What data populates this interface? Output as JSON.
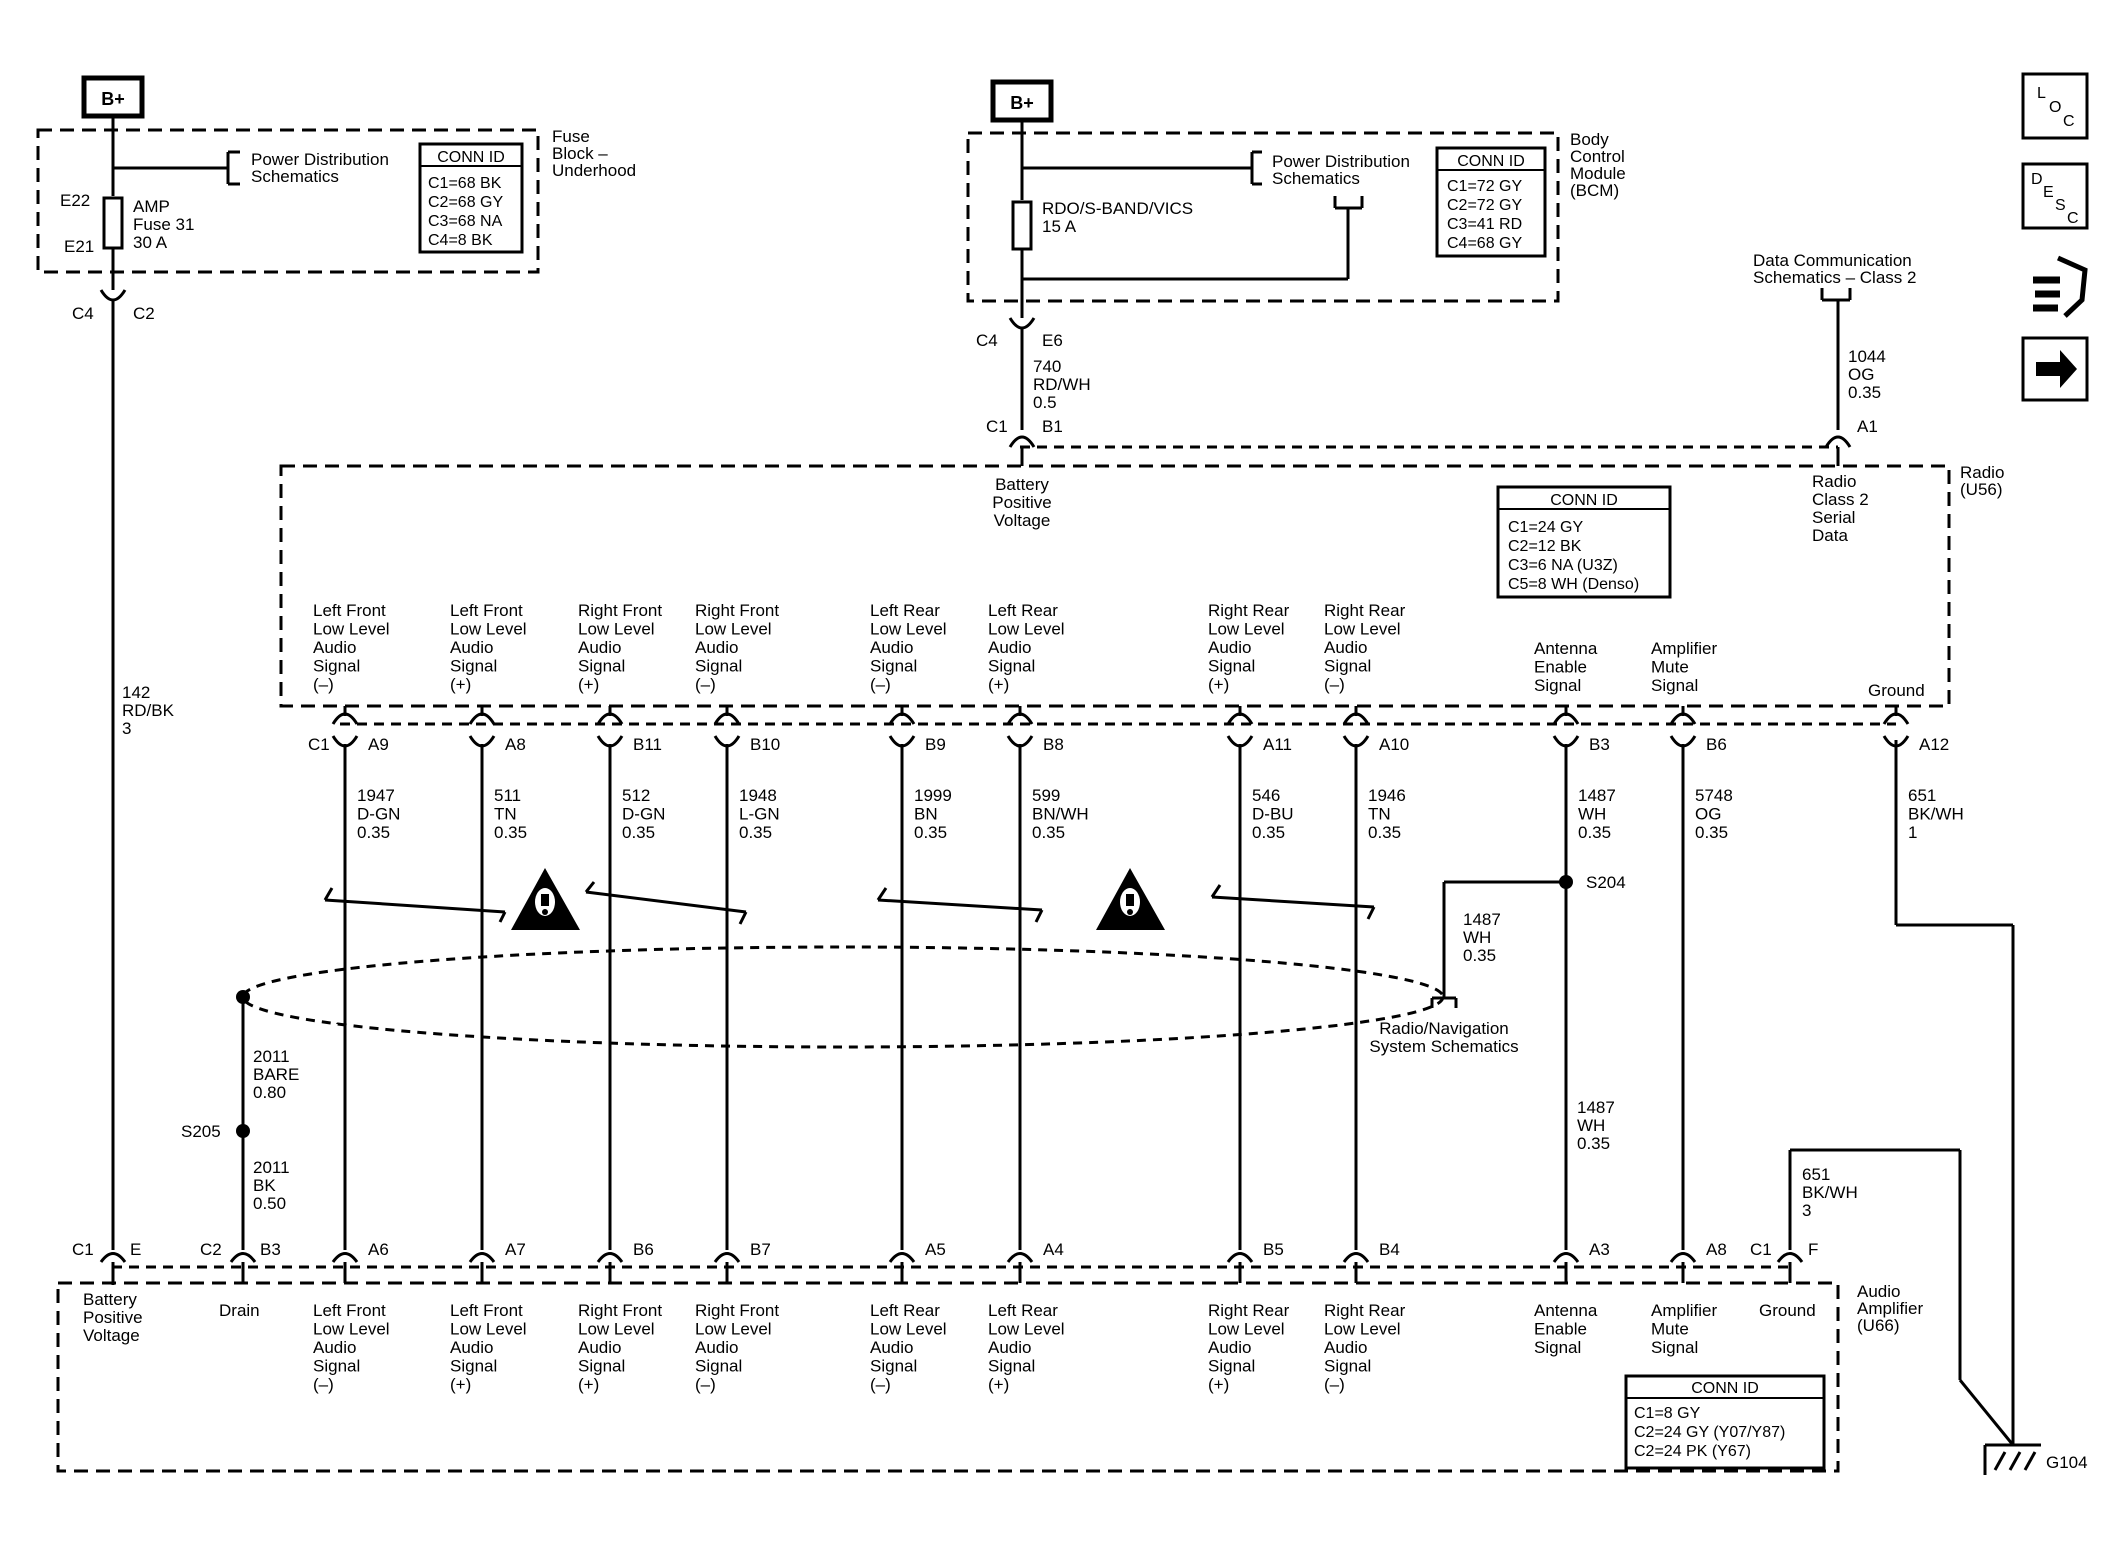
{
  "bplus": {
    "left": "B+",
    "right": "B+"
  },
  "fuse_block": {
    "title": [
      "Fuse",
      "Block –",
      "Underhood"
    ],
    "power_ref": [
      "Power Distribution",
      "Schematics"
    ],
    "conn_title": "CONN ID",
    "conn": [
      "C1=68 BK",
      "C2=68 GY",
      "C3=68 NA",
      "C4=8 BK"
    ],
    "pin_top": "E22",
    "pin_bottom": "E21",
    "fuse": [
      "AMP",
      "Fuse 31",
      "30 A"
    ],
    "conn_left": "C4",
    "conn_right": "C2"
  },
  "bcm": {
    "title": [
      "Body",
      "Control",
      "Module",
      "(BCM)"
    ],
    "power_ref": [
      "Power Distribution",
      "Schematics"
    ],
    "conn_title": "CONN ID",
    "conn": [
      "C1=72 GY",
      "C2=72 GY",
      "C3=41 RD",
      "C4=68 GY"
    ],
    "fuse": [
      "RDO/S-BAND/VICS",
      "15 A"
    ],
    "conn_left": "C4",
    "conn_right": "E6"
  },
  "wire_740": [
    "740",
    "RD/WH",
    "0.5"
  ],
  "wire_142": [
    "142",
    "RD/BK",
    "3"
  ],
  "data_comm": [
    "Data Communication",
    "Schematics – Class 2"
  ],
  "wire_1044": [
    "1044",
    "OG",
    "0.35"
  ],
  "radio": {
    "title": [
      "Radio",
      "(U56)"
    ],
    "top_left_conn": "C1",
    "top_left_pin": "B1",
    "top_right_pin": "A1",
    "batt_label": [
      "Battery",
      "Positive",
      "Voltage"
    ],
    "serial_label": [
      "Radio",
      "Class 2",
      "Serial",
      "Data"
    ],
    "conn_title": "CONN ID",
    "conn": [
      "C1=24 GY",
      "C2=12 BK",
      "C3=6 NA (U3Z)",
      "C5=8 WH (Denso)"
    ],
    "bottom_conn": "C1",
    "ground_label": "Ground"
  },
  "signals": [
    {
      "label": [
        "Left Front",
        "Low Level",
        "Audio",
        "Signal",
        "(–)"
      ],
      "radio_pin": "A9",
      "wire": [
        "1947",
        "D-GN",
        "0.35"
      ],
      "amp_pin": "A6",
      "amp_label": [
        "Left Front",
        "Low Level",
        "Audio",
        "Signal",
        "(–)"
      ]
    },
    {
      "label": [
        "Left Front",
        "Low Level",
        "Audio",
        "Signal",
        "(+)"
      ],
      "radio_pin": "A8",
      "wire": [
        "511",
        "TN",
        "0.35"
      ],
      "amp_pin": "A7",
      "amp_label": [
        "Left Front",
        "Low Level",
        "Audio",
        "Signal",
        "(+)"
      ]
    },
    {
      "label": [
        "Right Front",
        "Low Level",
        "Audio",
        "Signal",
        "(+)"
      ],
      "radio_pin": "B11",
      "wire": [
        "512",
        "D-GN",
        "0.35"
      ],
      "amp_pin": "B6",
      "amp_label": [
        "Right Front",
        "Low Level",
        "Audio",
        "Signal",
        "(+)"
      ]
    },
    {
      "label": [
        "Right Front",
        "Low Level",
        "Audio",
        "Signal",
        "(–)"
      ],
      "radio_pin": "B10",
      "wire": [
        "1948",
        "L-GN",
        "0.35"
      ],
      "amp_pin": "B7",
      "amp_label": [
        "Right Front",
        "Low Level",
        "Audio",
        "Signal",
        "(–)"
      ]
    },
    {
      "label": [
        "Left Rear",
        "Low Level",
        "Audio",
        "Signal",
        "(–)"
      ],
      "radio_pin": "B9",
      "wire": [
        "1999",
        "BN",
        "0.35"
      ],
      "amp_pin": "A5",
      "amp_label": [
        "Left Rear",
        "Low Level",
        "Audio",
        "Signal",
        "(–)"
      ]
    },
    {
      "label": [
        "Left Rear",
        "Low Level",
        "Audio",
        "Signal",
        "(+)"
      ],
      "radio_pin": "B8",
      "wire": [
        "599",
        "BN/WH",
        "0.35"
      ],
      "amp_pin": "A4",
      "amp_label": [
        "Left Rear",
        "Low Level",
        "Audio",
        "Signal",
        "(+)"
      ]
    },
    {
      "label": [
        "Right Rear",
        "Low Level",
        "Audio",
        "Signal",
        "(+)"
      ],
      "radio_pin": "A11",
      "wire": [
        "546",
        "D-BU",
        "0.35"
      ],
      "amp_pin": "B5",
      "amp_label": [
        "Right Rear",
        "Low Level",
        "Audio",
        "Signal",
        "(+)"
      ]
    },
    {
      "label": [
        "Right Rear",
        "Low Level",
        "Audio",
        "Signal",
        "(–)"
      ],
      "radio_pin": "A10",
      "wire": [
        "1946",
        "TN",
        "0.35"
      ],
      "amp_pin": "B4",
      "amp_label": [
        "Right Rear",
        "Low Level",
        "Audio",
        "Signal",
        "(–)"
      ]
    },
    {
      "label": [
        "Antenna",
        "Enable",
        "Signal"
      ],
      "radio_pin": "B3",
      "wire": [
        "1487",
        "WH",
        "0.35"
      ],
      "amp_pin": "A3",
      "amp_label": [
        "Antenna",
        "Enable",
        "Signal"
      ]
    },
    {
      "label": [
        "Amplifier",
        "Mute",
        "Signal"
      ],
      "radio_pin": "B6",
      "wire": [
        "5748",
        "OG",
        "0.35"
      ],
      "amp_pin": "A8",
      "amp_label": [
        "Amplifier",
        "Mute",
        "Signal"
      ]
    },
    {
      "label": [
        "Ground"
      ],
      "radio_pin": "A12",
      "wire": [
        "651",
        "BK/WH",
        "1"
      ],
      "amp_pin": "",
      "amp_label": []
    }
  ],
  "splice_s204": {
    "name": "S204",
    "wire": [
      "1487",
      "WH",
      "0.35"
    ],
    "ref": [
      "Radio/Navigation",
      "System Schematics"
    ],
    "lower_wire": [
      "1487",
      "WH",
      "0.35"
    ]
  },
  "splice_s205": {
    "name": "S205",
    "wire_upper": [
      "2011",
      "BARE",
      "0.80"
    ],
    "wire_lower": [
      "2011",
      "BK",
      "0.50"
    ]
  },
  "amp": {
    "title": [
      "Audio",
      "Amplifier",
      "(U66)"
    ],
    "batt_conn": "C1",
    "batt_pin": "E",
    "batt_label": [
      "Battery",
      "Positive",
      "Voltage"
    ],
    "drain_conn": "C2",
    "drain_pin": "B3",
    "drain_label": "Drain",
    "ground_conn": "C1",
    "ground_pin": "F",
    "ground_label": "Ground",
    "ground_wire": [
      "651",
      "BK/WH",
      "3"
    ],
    "conn_title": "CONN ID",
    "conn": [
      "C1=8 GY",
      "C2=24 GY (Y07/Y87)",
      "C2=24 PK (Y67)"
    ]
  },
  "ground": "G104",
  "nav": {
    "loc": [
      "L",
      "O",
      "C"
    ],
    "desc": [
      "D",
      "E",
      "S",
      "C"
    ],
    "icons": [
      "loc-icon",
      "desc-icon",
      "connector-icon",
      "next-arrow-icon"
    ]
  }
}
